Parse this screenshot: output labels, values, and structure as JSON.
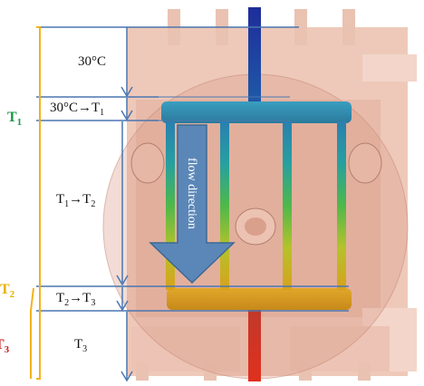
{
  "colors": {
    "accent_green": "#1a9a4a",
    "accent_yellow": "#e8b000",
    "accent_red": "#cc1f1f",
    "arrow_blue": "#5b87b8",
    "bracket_line": "#f2b21a"
  },
  "stages": [
    {
      "main": "30°C",
      "sub": "",
      "sub2": ""
    },
    {
      "main": "30°C→T",
      "sub": "1",
      "sub2": ""
    },
    {
      "main": "T",
      "sub": "1",
      "mid": "→T",
      "sub2": "2"
    },
    {
      "main": "T",
      "sub": "2",
      "mid": "→T",
      "sub2": "3"
    },
    {
      "main": "T",
      "sub": "3",
      "sub2": ""
    }
  ],
  "temperature_labels": [
    {
      "letter": "T",
      "sub": "1"
    },
    {
      "letter": "T",
      "sub": "2"
    },
    {
      "letter": "T",
      "sub": "3"
    }
  ],
  "arrow_label": "flow direction"
}
